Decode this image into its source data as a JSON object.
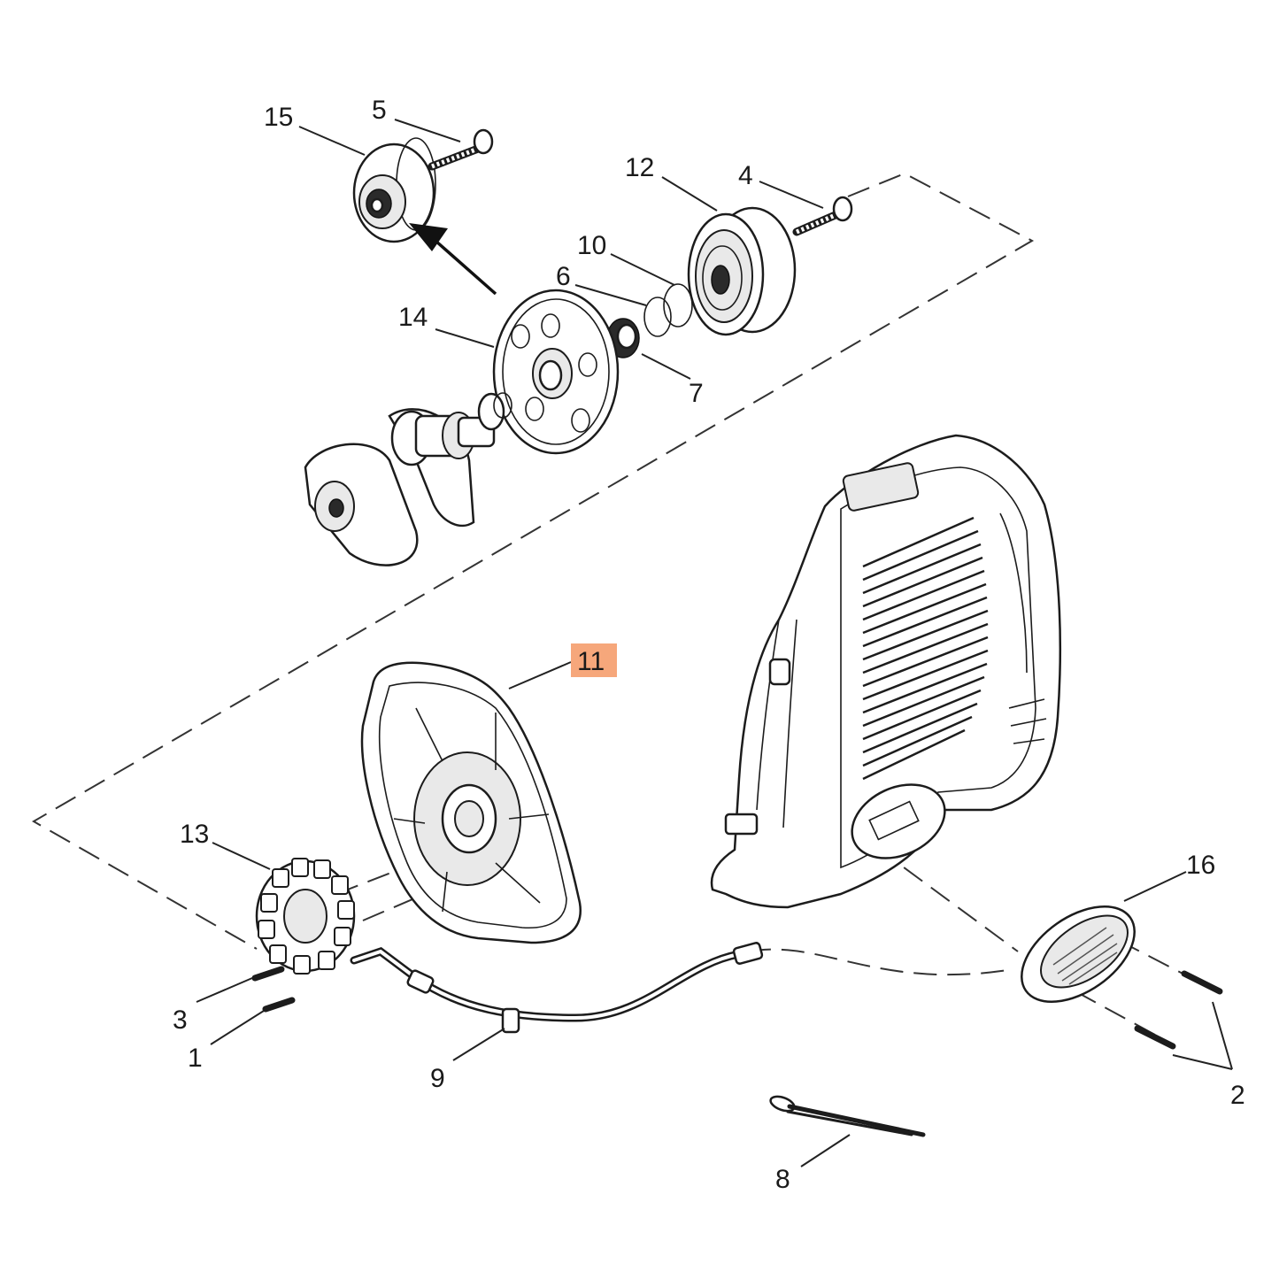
{
  "diagram": {
    "highlight_color": "#f6a77b",
    "highlighted_callout": "11",
    "callouts": {
      "c1": "1",
      "c2": "2",
      "c3": "3",
      "c4": "4",
      "c5": "5",
      "c6": "6",
      "c7": "7",
      "c8": "8",
      "c9": "9",
      "c10": "10",
      "c11": "11",
      "c12": "12",
      "c13": "13",
      "c14": "14",
      "c15": "15",
      "c16": "16"
    }
  }
}
